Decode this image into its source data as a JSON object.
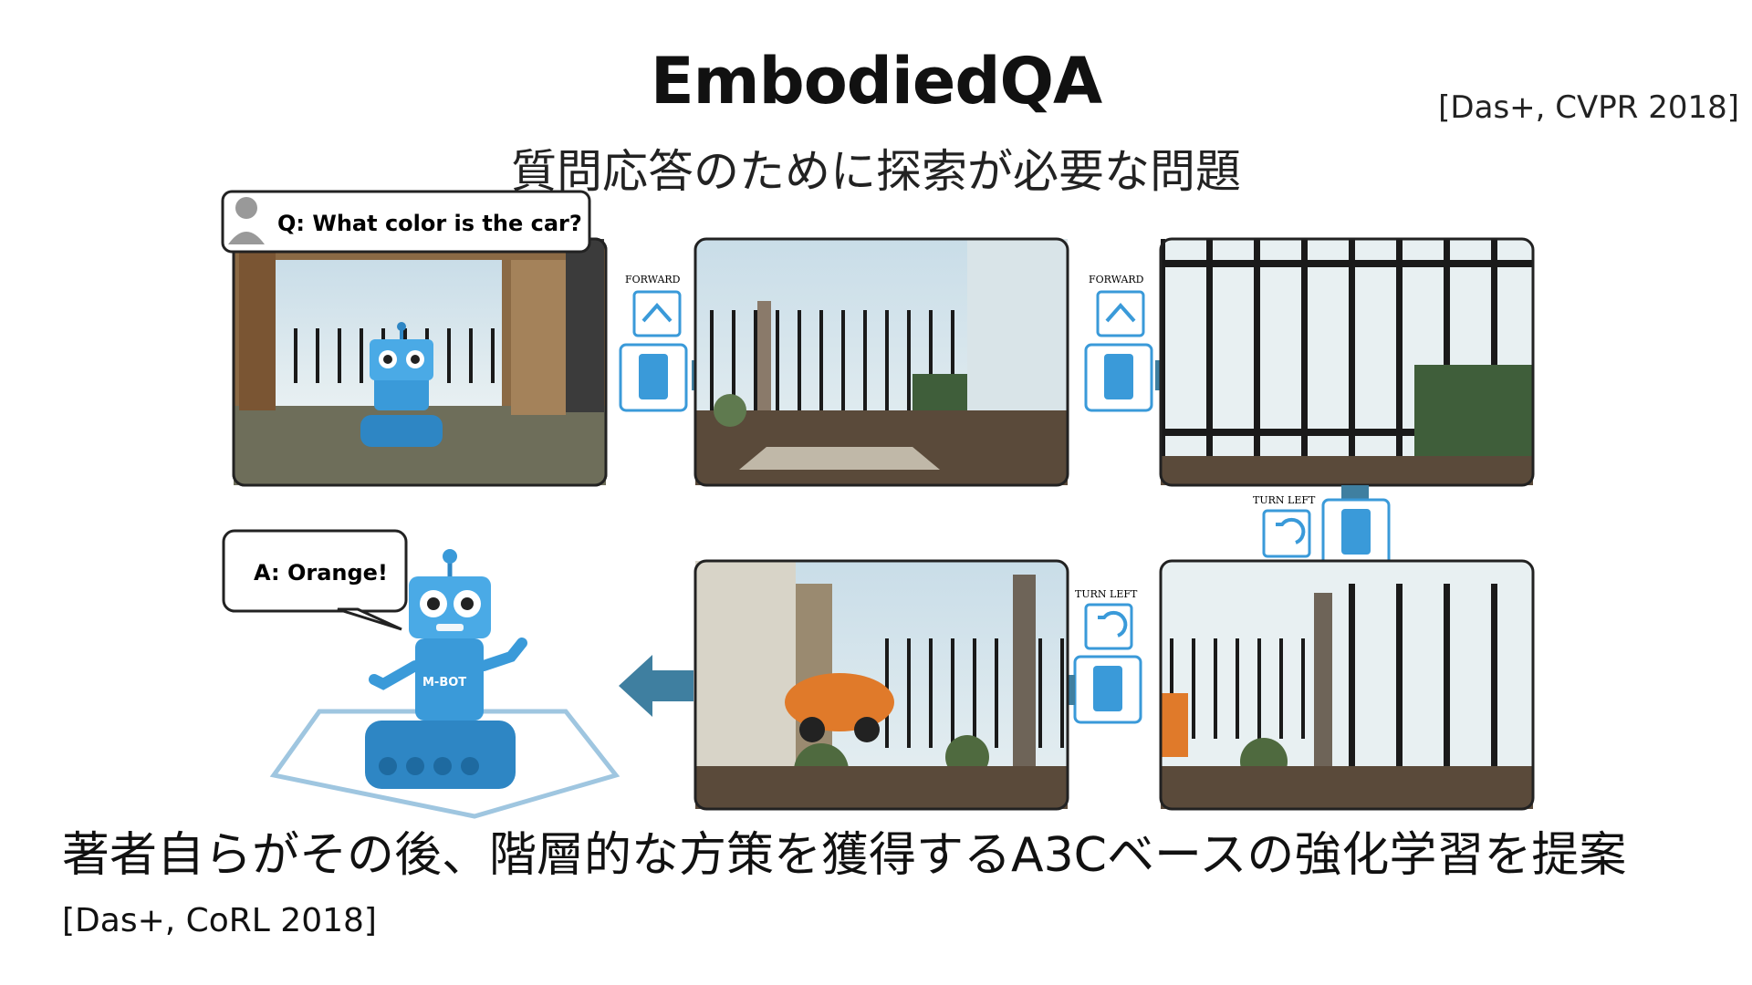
{
  "slide": {
    "title": "EmbodiedQA",
    "citation_top": "[Das+, CVPR 2018]",
    "subtitle": "質問応答のために探索が必要な問題",
    "footer_text": "著者自らがその後、階層的な方策を獲得するA3Cベースの強化学習を提案",
    "footer_citation": "[Das+, CoRL 2018]"
  },
  "figure": {
    "question": "Q: What color is the car?",
    "answer": "A: Orange!",
    "actions": [
      "FORWARD",
      "FORWARD",
      "TURN LEFT",
      "TURN LEFT"
    ],
    "robot_label": "M-BOT",
    "colors": {
      "robot_blue": "#3a9ad9",
      "arrow_blue": "#3f7fa0",
      "car_orange": "#e07a2a",
      "frame": "#222222"
    }
  }
}
